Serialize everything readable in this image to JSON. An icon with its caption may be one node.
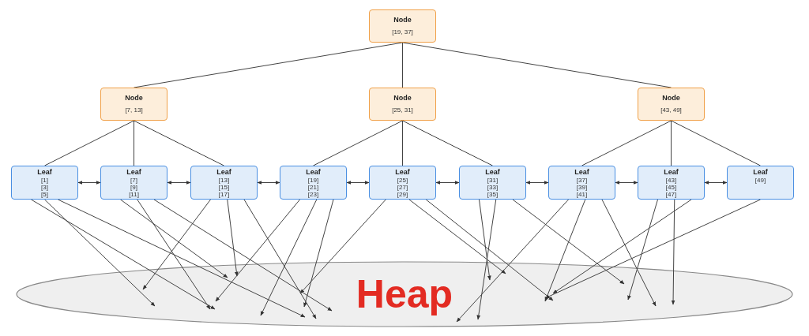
{
  "diagram": {
    "nodes": [
      {
        "text": [
          "Node",
          "[19, 37]"
        ]
      },
      {
        "text": [
          "Node",
          "[7, 13]"
        ]
      },
      {
        "text": [
          "Node",
          "[25, 31]"
        ]
      },
      {
        "text": [
          "Node",
          "[43, 49]"
        ]
      },
      {
        "text": [
          "Leaf",
          "[1]",
          "[3]",
          "[5]"
        ]
      },
      {
        "text": [
          "Leaf",
          "[7]",
          "[9]",
          "[11]"
        ]
      },
      {
        "text": [
          "Leaf",
          "[13]",
          "[15]",
          "[17]"
        ]
      },
      {
        "text": [
          "Leaf",
          "[19]",
          "[21]",
          "[23]"
        ]
      },
      {
        "text": [
          "Leaf",
          "[25]",
          "[27]",
          "[29]"
        ]
      },
      {
        "text": [
          "Leaf",
          "[31]",
          "[33]",
          "[35]"
        ]
      },
      {
        "text": [
          "Leaf",
          "[37]",
          "[39]",
          "[41]"
        ]
      },
      {
        "text": [
          "Leaf",
          "[43]",
          "[45]",
          "[47]"
        ]
      },
      {
        "text": [
          "Leaf",
          "[49]"
        ]
      },
      {
        "text": [
          "Heap"
        ]
      }
    ],
    "edges": [
      {
        "from": 0,
        "to": 1,
        "arrow": "none"
      },
      {
        "from": 0,
        "to": 2,
        "arrow": "none"
      },
      {
        "from": 0,
        "to": 3,
        "arrow": "none"
      },
      {
        "from": 1,
        "to": 4,
        "arrow": "none"
      },
      {
        "from": 1,
        "to": 5,
        "arrow": "none"
      },
      {
        "from": 1,
        "to": 6,
        "arrow": "none"
      },
      {
        "from": 2,
        "to": 7,
        "arrow": "none"
      },
      {
        "from": 2,
        "to": 8,
        "arrow": "none"
      },
      {
        "from": 2,
        "to": 9,
        "arrow": "none"
      },
      {
        "from": 3,
        "to": 10,
        "arrow": "none"
      },
      {
        "from": 3,
        "to": 11,
        "arrow": "none"
      },
      {
        "from": 3,
        "to": 12,
        "arrow": "none"
      },
      {
        "from": 4,
        "to": 5,
        "arrow": "both"
      },
      {
        "from": 5,
        "to": 6,
        "arrow": "both"
      },
      {
        "from": 6,
        "to": 7,
        "arrow": "both"
      },
      {
        "from": 7,
        "to": 8,
        "arrow": "both"
      },
      {
        "from": 8,
        "to": 9,
        "arrow": "both"
      },
      {
        "from": 9,
        "to": 10,
        "arrow": "both"
      },
      {
        "from": 10,
        "to": 11,
        "arrow": "both"
      },
      {
        "from": 11,
        "to": 12,
        "arrow": "both"
      },
      {
        "from": 4,
        "to": 13,
        "arrow": "to"
      },
      {
        "from": 4,
        "to": 13,
        "arrow": "to"
      },
      {
        "from": 4,
        "to": 13,
        "arrow": "to"
      },
      {
        "from": 5,
        "to": 13,
        "arrow": "to"
      },
      {
        "from": 5,
        "to": 13,
        "arrow": "to"
      },
      {
        "from": 5,
        "to": 13,
        "arrow": "to"
      },
      {
        "from": 6,
        "to": 13,
        "arrow": "to"
      },
      {
        "from": 6,
        "to": 13,
        "arrow": "to"
      },
      {
        "from": 6,
        "to": 13,
        "arrow": "to"
      },
      {
        "from": 7,
        "to": 13,
        "arrow": "to"
      },
      {
        "from": 7,
        "to": 13,
        "arrow": "to"
      },
      {
        "from": 7,
        "to": 13,
        "arrow": "to"
      },
      {
        "from": 8,
        "to": 13,
        "arrow": "to"
      },
      {
        "from": 8,
        "to": 13,
        "arrow": "to"
      },
      {
        "from": 8,
        "to": 13,
        "arrow": "to"
      },
      {
        "from": 9,
        "to": 13,
        "arrow": "to"
      },
      {
        "from": 9,
        "to": 13,
        "arrow": "to"
      },
      {
        "from": 9,
        "to": 13,
        "arrow": "to"
      },
      {
        "from": 10,
        "to": 13,
        "arrow": "to"
      },
      {
        "from": 10,
        "to": 13,
        "arrow": "to"
      },
      {
        "from": 10,
        "to": 13,
        "arrow": "to"
      },
      {
        "from": 11,
        "to": 13,
        "arrow": "to"
      },
      {
        "from": 11,
        "to": 13,
        "arrow": "to"
      },
      {
        "from": 11,
        "to": 13,
        "arrow": "to"
      },
      {
        "from": 12,
        "to": 13,
        "arrow": "to"
      }
    ]
  }
}
